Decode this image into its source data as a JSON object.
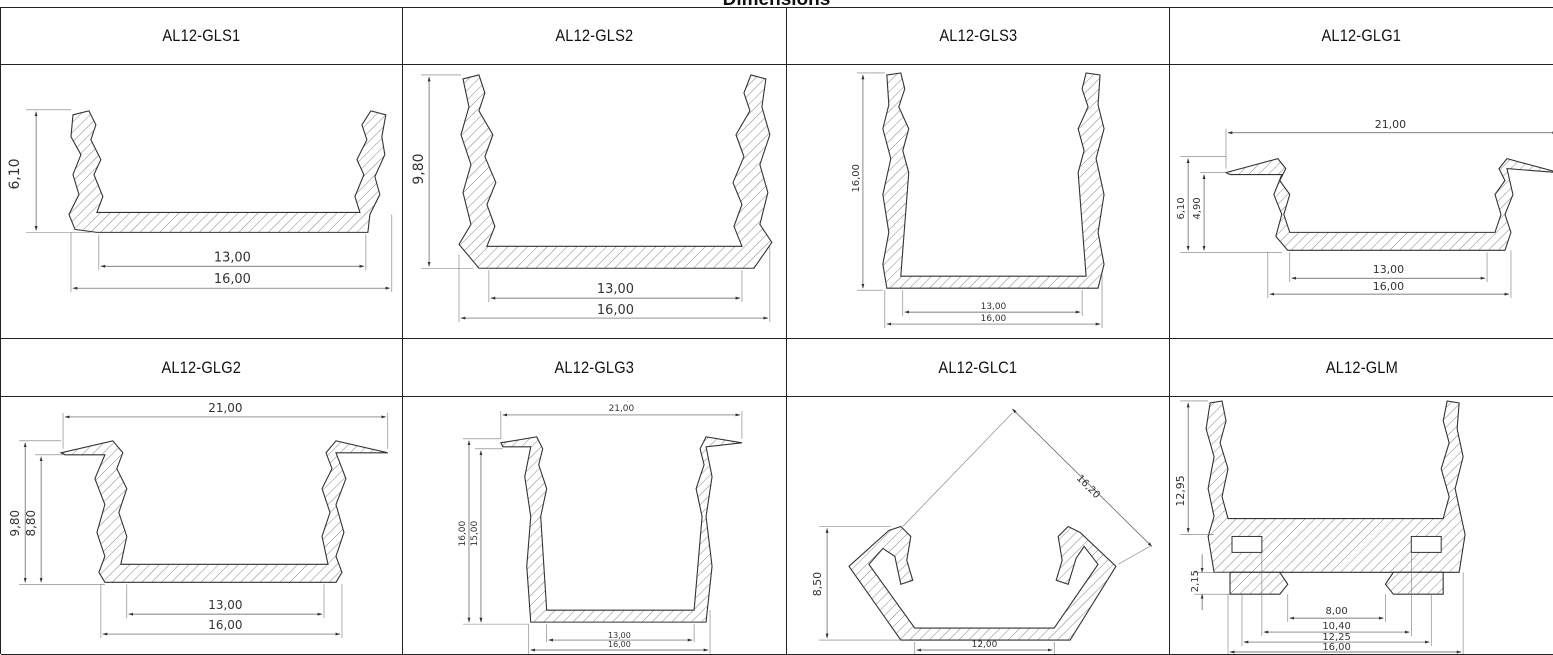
{
  "title": "Dimensions",
  "profiles": [
    {
      "name": "AL12-GLS1",
      "dims": [
        "6,10",
        "13,00",
        "16,00"
      ]
    },
    {
      "name": "AL12-GLS2",
      "dims": [
        "9,80",
        "13,00",
        "16,00"
      ]
    },
    {
      "name": "AL12-GLS3",
      "dims": [
        "16,00",
        "13,00",
        "16,00"
      ]
    },
    {
      "name": "AL12-GLG1",
      "dims": [
        "21,00",
        "6,10",
        "4,90",
        "13,00",
        "16,00"
      ]
    },
    {
      "name": "AL12-GLG2",
      "dims": [
        "21,00",
        "9,80",
        "8,80",
        "13,00",
        "16,00"
      ]
    },
    {
      "name": "AL12-GLG3",
      "dims": [
        "21,00",
        "16,00",
        "15,00",
        "13,00",
        "16,00"
      ]
    },
    {
      "name": "AL12-GLC1",
      "dims": [
        "16,20",
        "8,50",
        "12,00"
      ]
    },
    {
      "name": "AL12-GLM",
      "dims": [
        "12,95",
        "2,15",
        "8,00",
        "10,40",
        "12,25",
        "16,00"
      ]
    }
  ]
}
